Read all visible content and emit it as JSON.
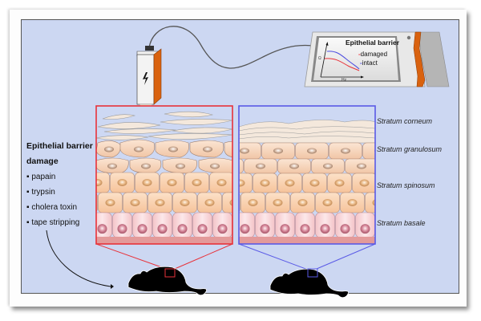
{
  "figure": {
    "background_color": "#ccd7f2",
    "damaged_color": "#e8323a",
    "intact_color": "#5a5ae6",
    "device_accent_color": "#d9620f"
  },
  "monitor": {
    "title": "Epithelial barrier",
    "legend": [
      {
        "label": "damaged",
        "color": "#e8323a"
      },
      {
        "label": "intact",
        "color": "#4a4ae0"
      }
    ],
    "y_axis_label": "Ω",
    "x_axis_label": "Hz"
  },
  "probe": {
    "icon": "lightning-bolt-icon"
  },
  "damage_panel": {
    "title_line1": "Epithelial barrier",
    "title_line2": "damage",
    "items": [
      "papain",
      "trypsin",
      "cholera toxin",
      "tape stripping"
    ]
  },
  "layers": [
    {
      "label": "Stratum corneum"
    },
    {
      "label": "Stratum granulosum"
    },
    {
      "label": "Stratum spinosum"
    },
    {
      "label": "Stratum basale"
    }
  ],
  "panels": [
    {
      "name": "damaged-skin",
      "condition": "damaged"
    },
    {
      "name": "intact-skin",
      "condition": "intact"
    }
  ]
}
